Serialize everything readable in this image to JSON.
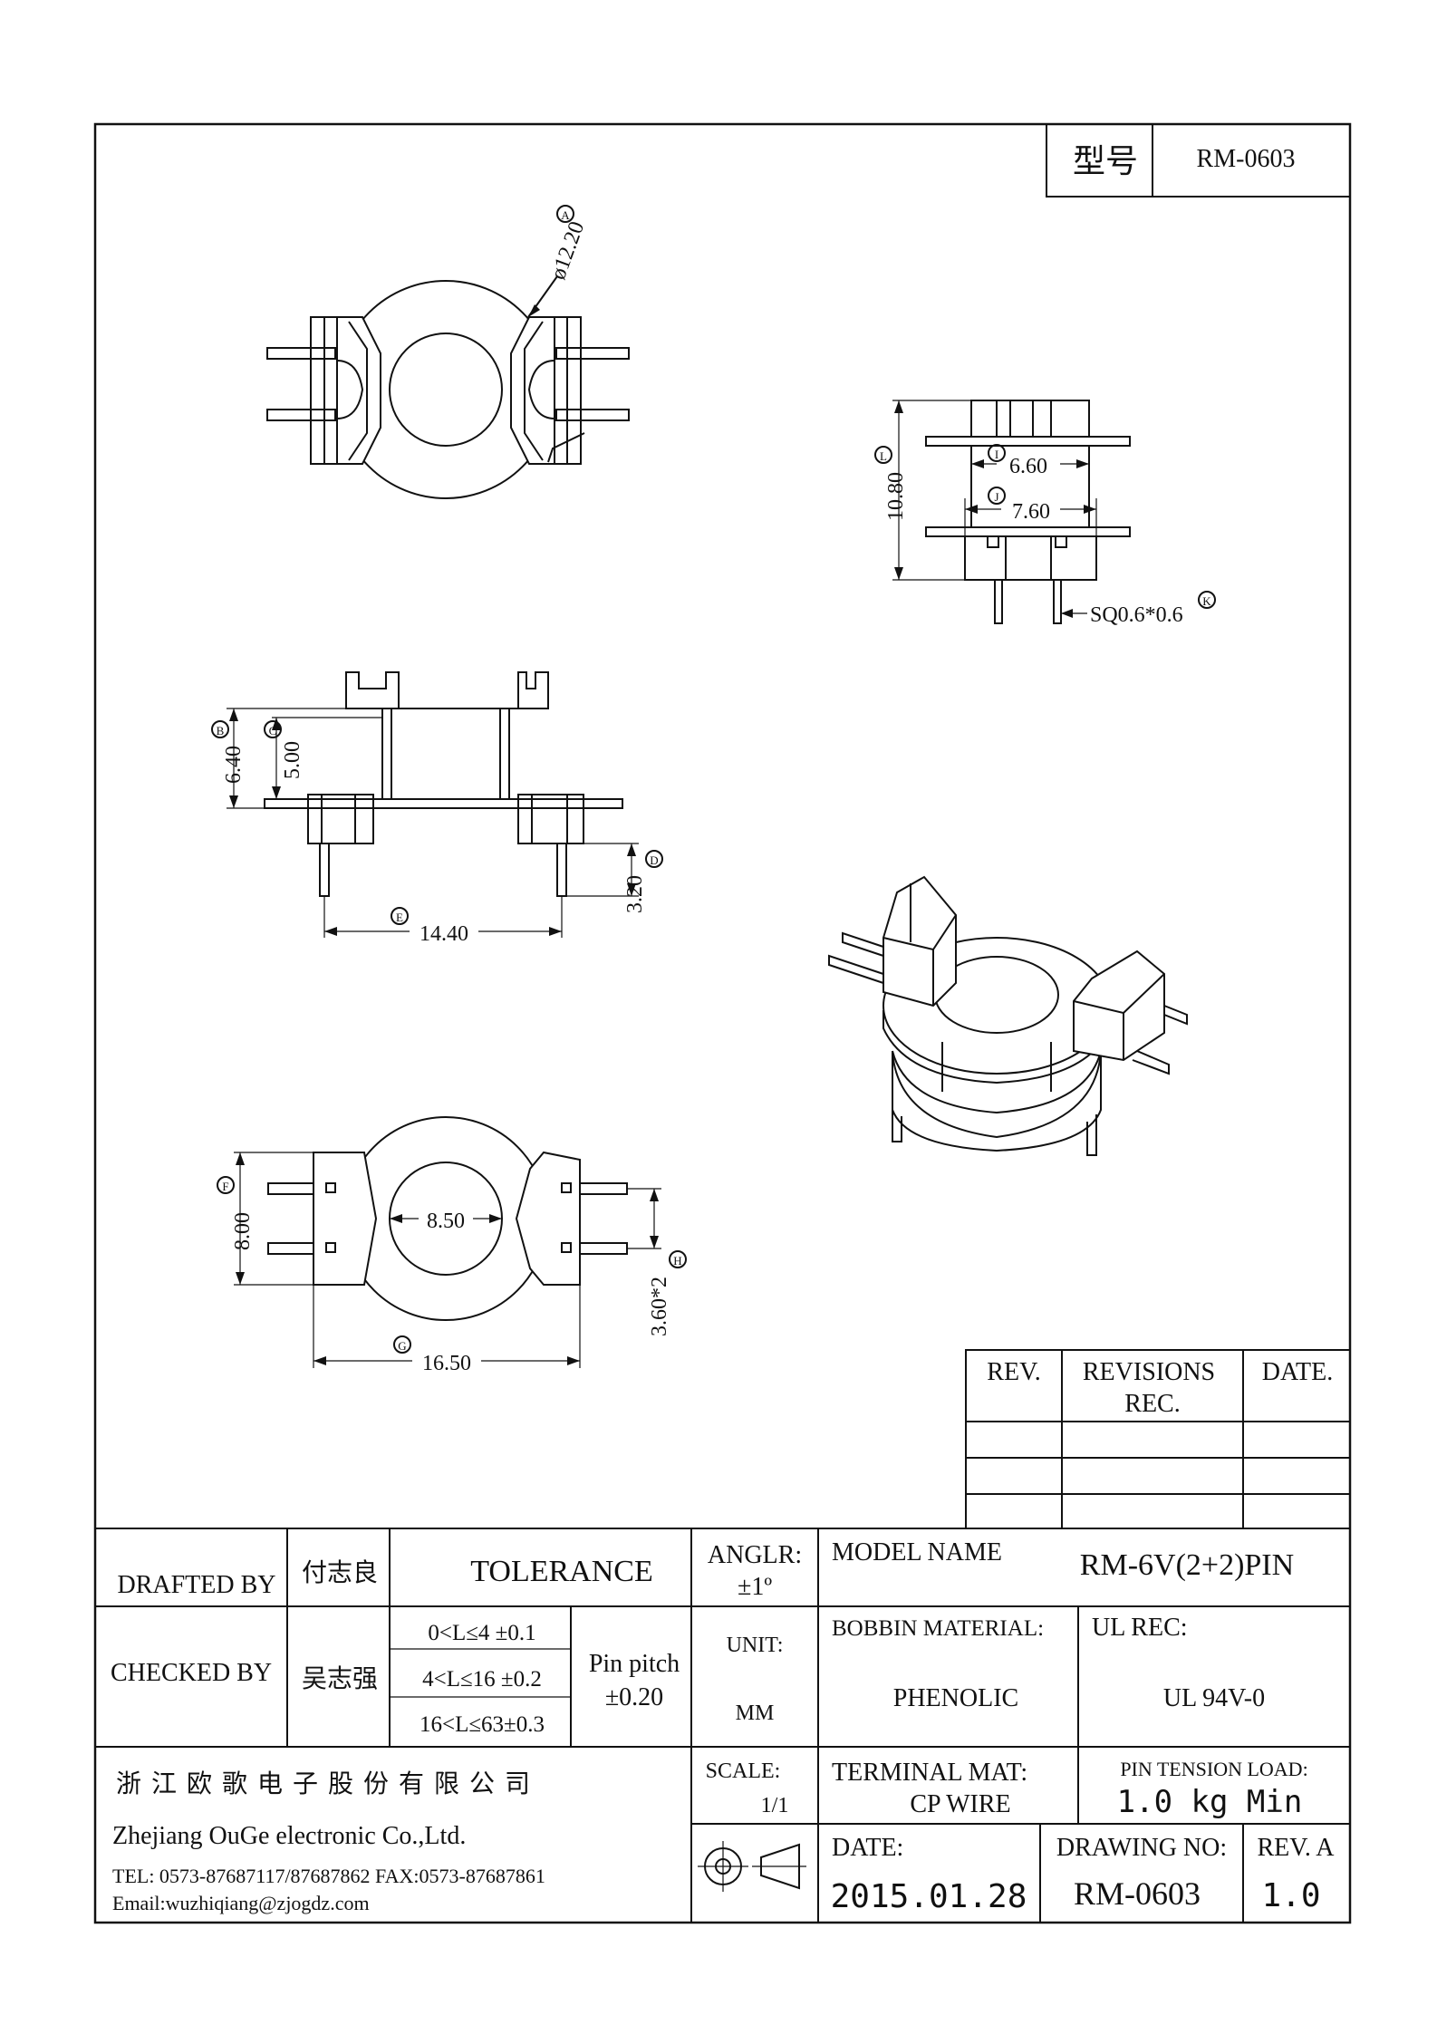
{
  "model_box": {
    "label": "型号",
    "value": "RM-0603"
  },
  "dimensions": {
    "A": {
      "tag": "A",
      "text": "ø12.20"
    },
    "B": {
      "tag": "B",
      "text": "6.40"
    },
    "C": {
      "tag": "C",
      "text": "5.00"
    },
    "D": {
      "tag": "D",
      "text": "3.20"
    },
    "E": {
      "tag": "E",
      "text": "14.40"
    },
    "F": {
      "tag": "F",
      "text": "8.00"
    },
    "G": {
      "tag": "G",
      "text": "16.50"
    },
    "H": {
      "tag": "H",
      "text": "3.60*2"
    },
    "I": {
      "tag": "I",
      "text": "6.60"
    },
    "J": {
      "tag": "J",
      "text": "7.60"
    },
    "K": {
      "tag": "K",
      "text": "SQ0.6*0.6"
    },
    "L": {
      "tag": "L",
      "text": "10.80"
    },
    "inner": {
      "text": "8.50"
    }
  },
  "revisions": {
    "headers": [
      "REV.",
      "REVISIONS",
      "REC.",
      "DATE."
    ],
    "rows": [
      [
        "",
        "",
        ""
      ],
      [
        "",
        "",
        ""
      ],
      [
        "",
        "",
        ""
      ]
    ]
  },
  "title_block": {
    "drafted_by_label": "DRAFTED BY",
    "drafted_by_name": "付志良",
    "tolerance_label": "TOLERANCE",
    "angle_label": "ANGLR:",
    "angle_value": "±1º",
    "model_name_label": "MODEL NAME",
    "model_name_value": "RM-6V(2+2)PIN",
    "checked_by_label": "CHECKED BY",
    "checked_by_name": "吴志强",
    "tolerances": [
      "0<L≤4  ±0.1",
      "4<L≤16  ±0.2",
      "16<L≤63±0.3"
    ],
    "pin_pitch_label": "Pin pitch",
    "pin_pitch_value": "±0.20",
    "unit_label": "UNIT:",
    "unit_value": "MM",
    "bobbin_material_label": "BOBBIN MATERIAL:",
    "bobbin_material_value": "PHENOLIC",
    "ul_rec_label": "UL REC:",
    "ul_rec_value": "UL 94V-0",
    "company_cn": "浙 江 欧 歌 电 子 股 份 有 限  公 司",
    "company_en": "Zhejiang OuGe electronic Co.,Ltd.",
    "tel": "TEL: 0573-87687117/87687862  FAX:0573-87687861",
    "email": "Email:wuzhiqiang@zjogdz.com",
    "scale_label": "SCALE:",
    "scale_value": "1/1",
    "terminal_mat_label": "TERMINAL MAT:",
    "terminal_mat_value": "CP WIRE",
    "pin_tension_label": "PIN  TENSION  LOAD:",
    "pin_tension_value": "1.0 kg Min",
    "date_label": "DATE:",
    "date_value": "2015.01.28",
    "drawing_no_label": "DRAWING NO:",
    "drawing_no_value": "RM-0603",
    "rev_label": "REV. A",
    "rev_value": "1.0"
  }
}
